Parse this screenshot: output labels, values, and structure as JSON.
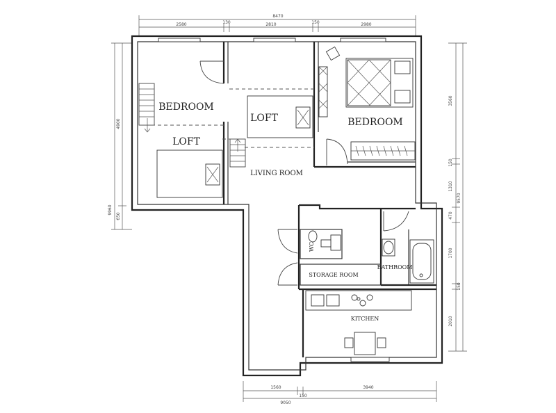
{
  "rooms": {
    "bedroom_left": "BEDROOM",
    "loft_left": "LOFT",
    "loft_center": "LOFT",
    "bedroom_right": "BEDROOM",
    "living_room": "LIVING ROOM",
    "wc": "WC",
    "storage_room": "STORAGE ROOM",
    "bathroom": "BATHROOM",
    "kitchen": "KITCHEN"
  },
  "dimensions": {
    "top_total": "8470",
    "top_seg1": "2580",
    "top_seg2": "130",
    "top_seg3": "2810",
    "top_seg4": "150",
    "top_seg5": "2980",
    "left_total": "9960",
    "left_upper": "4900",
    "left_lower": "650",
    "right_total": "9570",
    "right_seg1": "3560",
    "right_seg2": "150",
    "right_seg3": "1310",
    "right_seg4": "470",
    "right_seg5": "1700",
    "right_seg6": "150",
    "right_seg7": "2010",
    "bottom_total": "9050",
    "bottom_seg1": "1560",
    "bottom_seg2": "150",
    "bottom_seg3": "3940"
  }
}
